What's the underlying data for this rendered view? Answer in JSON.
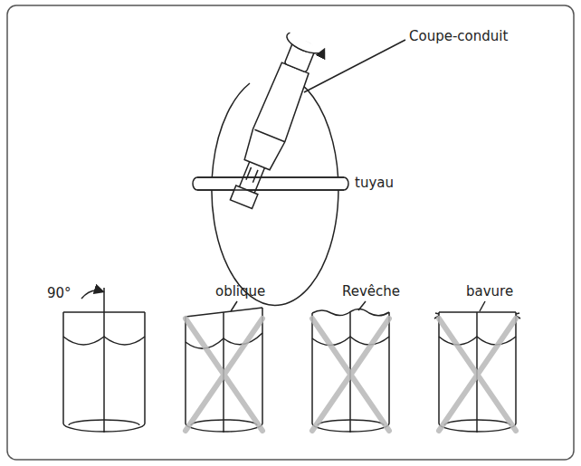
{
  "diagram": {
    "labels": [
      "Coupe-conduit",
      "tuyau",
      "90°",
      "oblique",
      "Revêche",
      "bavure"
    ]
  }
}
